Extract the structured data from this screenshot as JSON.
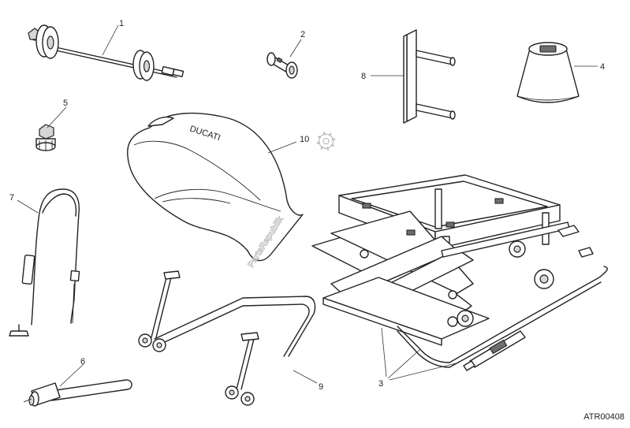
{
  "diagram": {
    "callouts": [
      {
        "id": "c1",
        "label": "1"
      },
      {
        "id": "c2",
        "label": "2"
      },
      {
        "id": "c3",
        "label": "3"
      },
      {
        "id": "c4",
        "label": "4"
      },
      {
        "id": "c5",
        "label": "5"
      },
      {
        "id": "c6",
        "label": "6"
      },
      {
        "id": "c7",
        "label": "7"
      },
      {
        "id": "c8",
        "label": "8"
      },
      {
        "id": "c9",
        "label": "9"
      },
      {
        "id": "c10",
        "label": "10"
      }
    ],
    "drawing_code": "ATR00408",
    "watermark": "PartsRepublik",
    "seat_brand_text": "DUCATI"
  }
}
